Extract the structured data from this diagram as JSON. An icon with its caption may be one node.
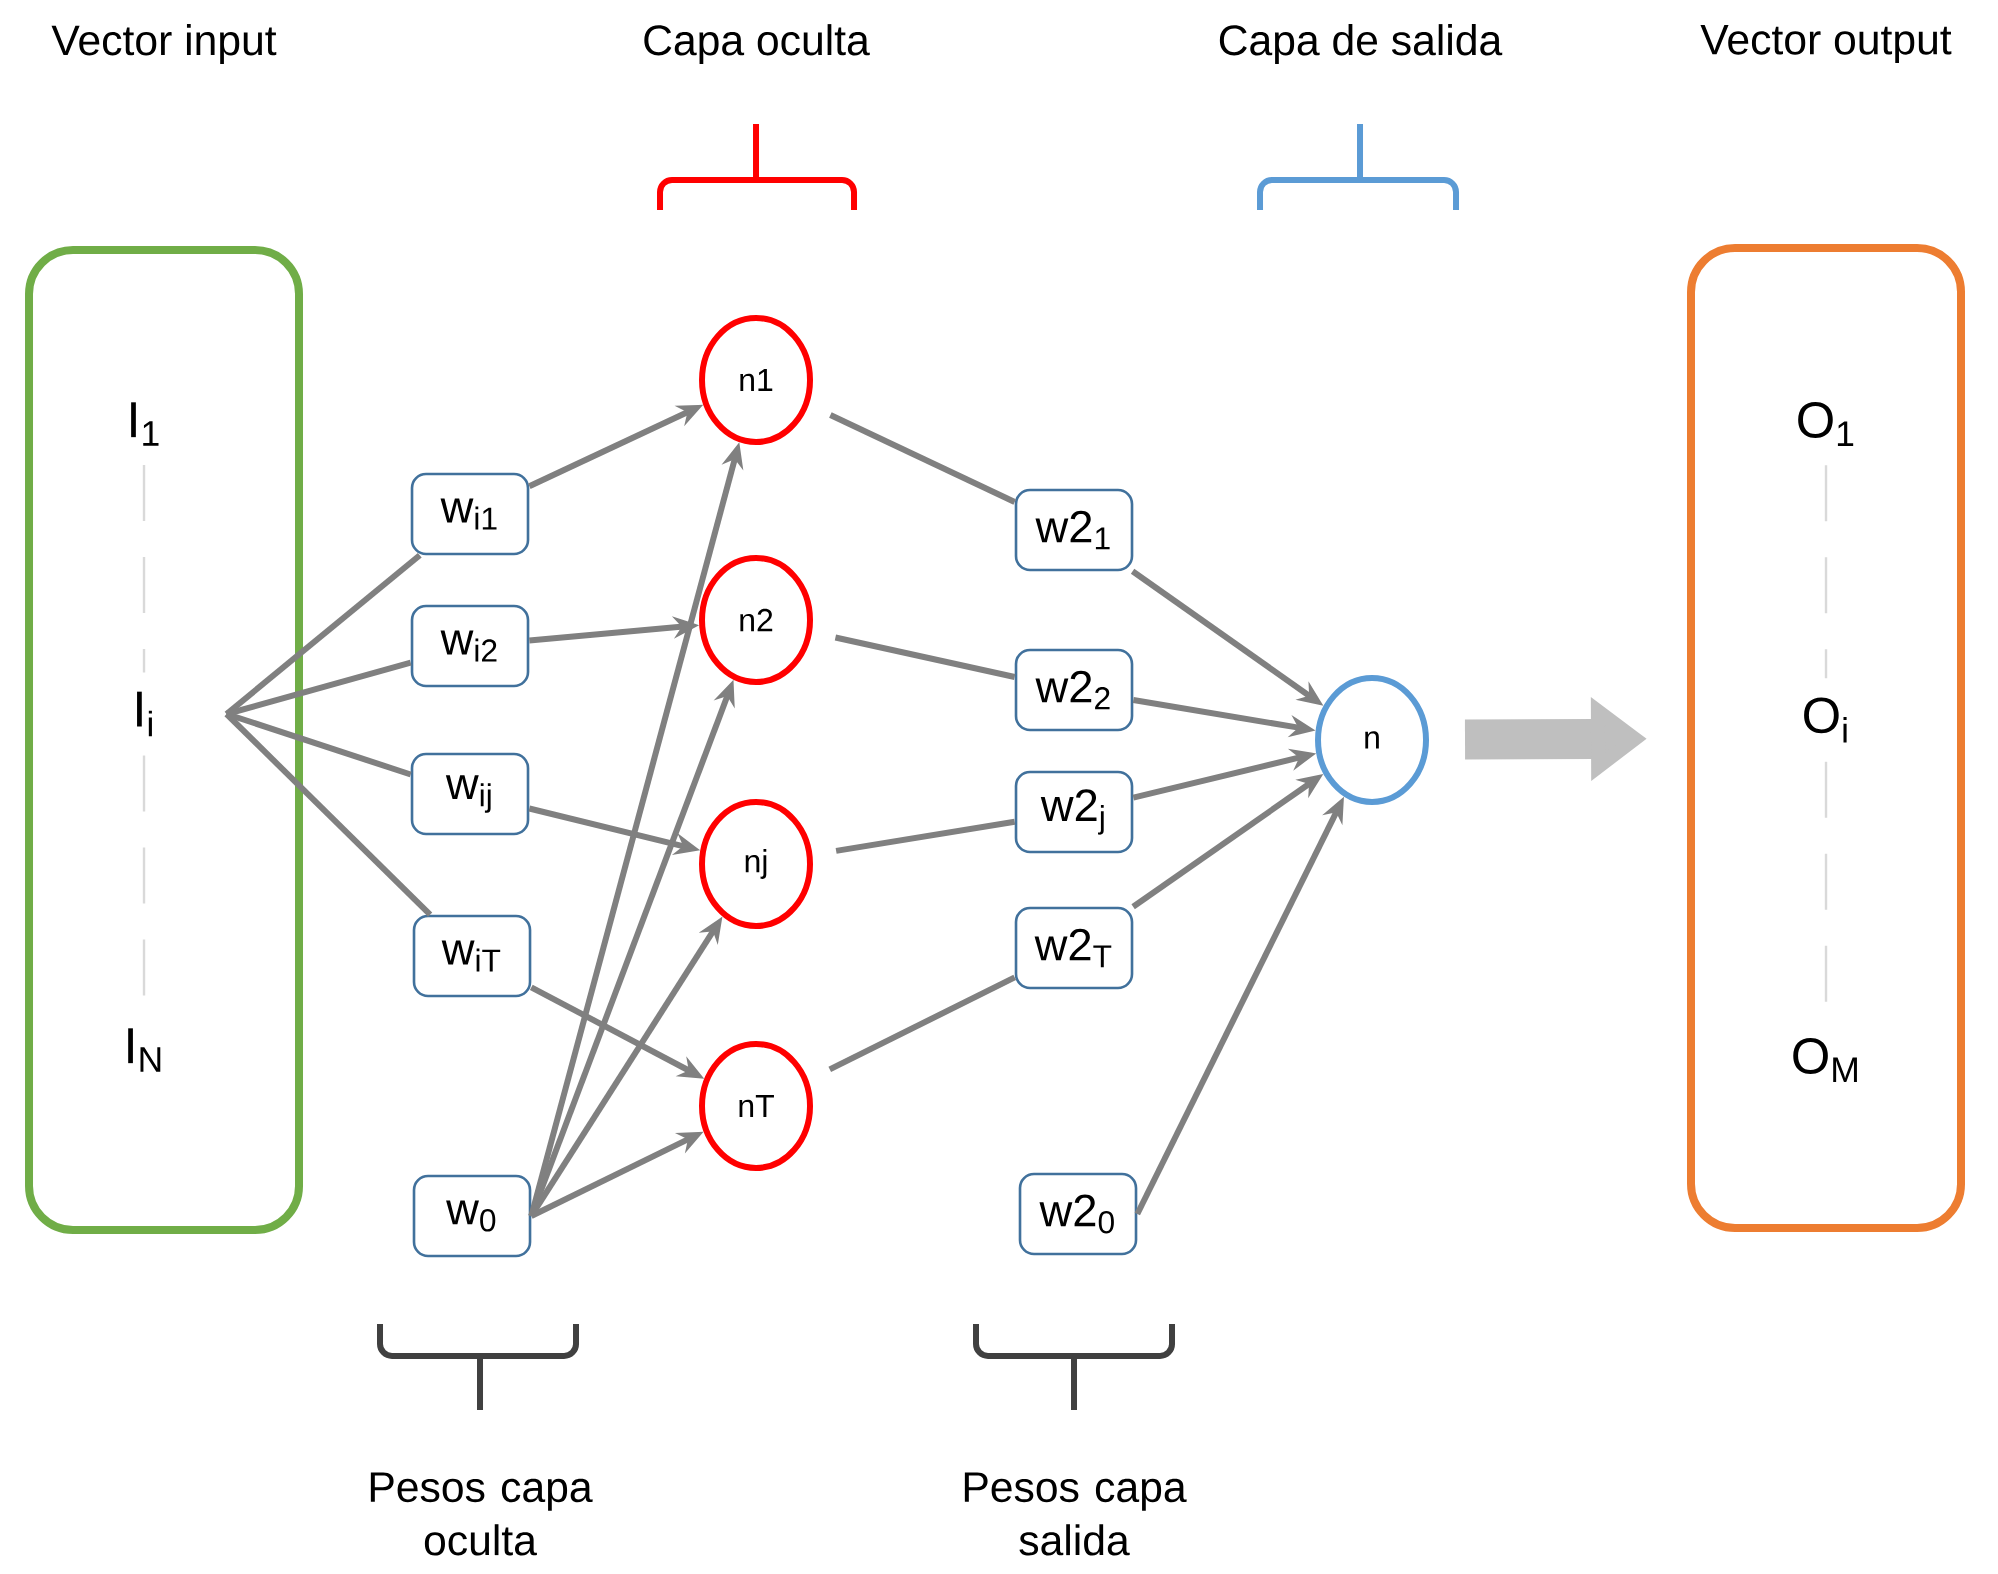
{
  "diagram": {
    "nodes": [
      {
        "text": [
          "Vector input"
        ]
      },
      {
        "text": [
          "I$_{1}$"
        ],
        "in": 0
      },
      {
        "text": [
          "I$_{i}$"
        ],
        "in": 0
      },
      {
        "text": [
          "I$_{N}$"
        ],
        "in": 0
      },
      {
        "text": [
          "w$_{i1}$"
        ]
      },
      {
        "text": [
          "w$_{i2}$"
        ]
      },
      {
        "text": [
          "w$_{ij}$"
        ]
      },
      {
        "text": [
          "w$_{iT}$"
        ]
      },
      {
        "text": [
          "w$_{0}$"
        ]
      },
      {
        "text": [
          "n1"
        ]
      },
      {
        "text": [
          "n2"
        ]
      },
      {
        "text": [
          "nj"
        ]
      },
      {
        "text": [
          "nT"
        ]
      },
      {
        "text": [
          "w2$_{1}$"
        ]
      },
      {
        "text": [
          "w2$_{2}$"
        ]
      },
      {
        "text": [
          "w2$_{j}$"
        ]
      },
      {
        "text": [
          "w2$_{T}$"
        ]
      },
      {
        "text": [
          "w2$_{0}$"
        ]
      },
      {
        "text": [
          "n"
        ]
      },
      {
        "text": [
          "Vector output"
        ]
      },
      {
        "text": [
          "O$_{1}$"
        ],
        "in": 19
      },
      {
        "text": [
          "O$_{i}$"
        ],
        "in": 19
      },
      {
        "text": [
          "O$_{M}$"
        ],
        "in": 19
      }
    ],
    "edges": [
      {
        "from": 1,
        "to": 2,
        "arrow": "none",
        "style": "dashed",
        "color": "#d9d9d9"
      },
      {
        "from": 2,
        "to": 3,
        "arrow": "none",
        "style": "dashed",
        "color": "#d9d9d9"
      },
      {
        "from": 2,
        "to": 4,
        "arrow": "none"
      },
      {
        "from": 2,
        "to": 5,
        "arrow": "none"
      },
      {
        "from": 2,
        "to": 6,
        "arrow": "none"
      },
      {
        "from": 2,
        "to": 7,
        "arrow": "none"
      },
      {
        "from": 4,
        "to": 9,
        "arrow": "to"
      },
      {
        "from": 5,
        "to": 10,
        "arrow": "to"
      },
      {
        "from": 6,
        "to": 11,
        "arrow": "to"
      },
      {
        "from": 7,
        "to": 12,
        "arrow": "to"
      },
      {
        "from": 8,
        "to": 9,
        "arrow": "to"
      },
      {
        "from": 8,
        "to": 10,
        "arrow": "to"
      },
      {
        "from": 8,
        "to": 11,
        "arrow": "to"
      },
      {
        "from": 8,
        "to": 12,
        "arrow": "to"
      },
      {
        "from": 9,
        "to": 13,
        "arrow": "none"
      },
      {
        "from": 10,
        "to": 14,
        "arrow": "none"
      },
      {
        "from": 11,
        "to": 15,
        "arrow": "none"
      },
      {
        "from": 12,
        "to": 16,
        "arrow": "none"
      },
      {
        "from": 13,
        "to": 18,
        "arrow": "to"
      },
      {
        "from": 14,
        "to": 18,
        "arrow": "to"
      },
      {
        "from": 15,
        "to": 18,
        "arrow": "to"
      },
      {
        "from": 16,
        "to": 18,
        "arrow": "to"
      },
      {
        "from": 17,
        "to": 18,
        "arrow": "to"
      },
      {
        "from": 18,
        "to": 19,
        "arrow": "to",
        "style": "thick",
        "color": "#bfbfbf"
      },
      {
        "from": 20,
        "to": 21,
        "arrow": "none",
        "style": "dashed",
        "color": "#d9d9d9"
      },
      {
        "from": 21,
        "to": 22,
        "arrow": "none",
        "style": "dashed",
        "color": "#d9d9d9"
      }
    ],
    "labels": [
      "Capa oculta",
      "Capa de salida",
      "Pesos capa oculta",
      "Pesos capa salida"
    ]
  }
}
